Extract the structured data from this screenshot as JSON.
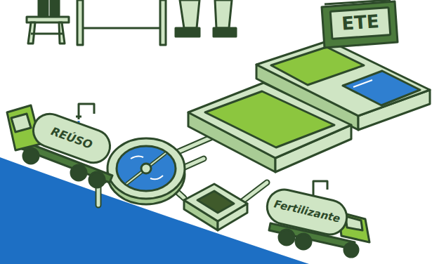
{
  "diagram": {
    "nodes": [
      {
        "text": [
          "ETE"
        ]
      },
      {
        "text": [
          "REÚSO"
        ]
      },
      {
        "text": [
          "Fertilizante"
        ]
      }
    ]
  }
}
